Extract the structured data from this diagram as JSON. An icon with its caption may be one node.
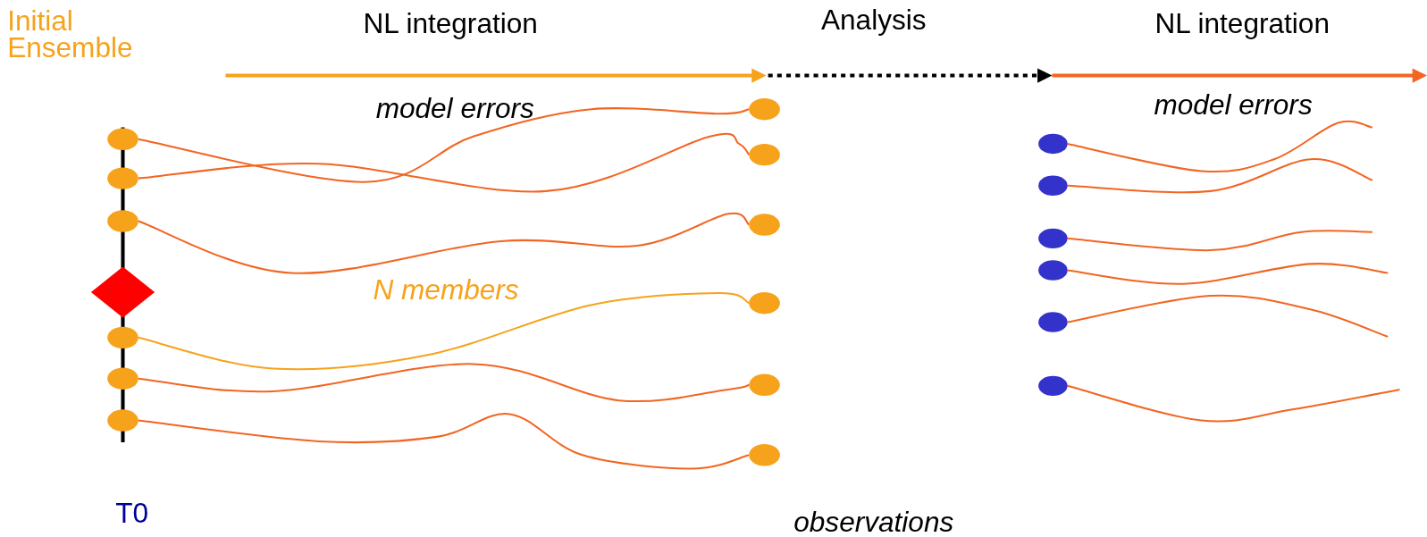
{
  "diagram": {
    "nodes": [
      {
        "text": [],
        "shape": "circle"
      },
      {
        "text": [],
        "shape": "circle"
      },
      {
        "text": [],
        "shape": "circle"
      },
      {
        "text": [],
        "shape": "diamond"
      },
      {
        "text": [],
        "shape": "circle"
      },
      {
        "text": [],
        "shape": "circle"
      },
      {
        "text": [],
        "shape": "circle"
      },
      {
        "text": [],
        "shape": "circle"
      },
      {
        "text": [],
        "shape": "circle"
      },
      {
        "text": [],
        "shape": "circle"
      },
      {
        "text": [],
        "shape": "circle"
      },
      {
        "text": [],
        "shape": "circle"
      },
      {
        "text": [],
        "shape": "circle"
      },
      {
        "text": [],
        "shape": "circle"
      },
      {
        "text": [],
        "shape": "circle"
      },
      {
        "text": [],
        "shape": "circle"
      },
      {
        "text": [],
        "shape": "circle"
      },
      {
        "text": [],
        "shape": "circle"
      },
      {
        "text": [],
        "shape": "circle"
      }
    ],
    "edges": [
      {
        "from": 0,
        "to": 7,
        "arrow": "none"
      },
      {
        "from": 1,
        "to": 8,
        "arrow": "none"
      },
      {
        "from": 2,
        "to": 9,
        "arrow": "none"
      },
      {
        "from": 4,
        "to": 10,
        "arrow": "none",
        "color": "#f7a21b"
      },
      {
        "from": 5,
        "to": 11,
        "arrow": "none"
      },
      {
        "from": 6,
        "to": 12,
        "arrow": "none"
      },
      {
        "from": 13,
        "to": null,
        "arrow": "none"
      },
      {
        "from": 14,
        "to": null,
        "arrow": "none"
      },
      {
        "from": 15,
        "to": null,
        "arrow": "none"
      },
      {
        "from": 16,
        "to": null,
        "arrow": "none"
      },
      {
        "from": 17,
        "to": null,
        "arrow": "none"
      },
      {
        "from": 18,
        "to": null,
        "arrow": "none"
      }
    ],
    "labels": [
      "Initial Ensemble",
      "NL integration",
      "Analysis",
      "NL integration",
      "model errors",
      "model errors",
      "N members",
      "T0",
      "observations"
    ]
  }
}
